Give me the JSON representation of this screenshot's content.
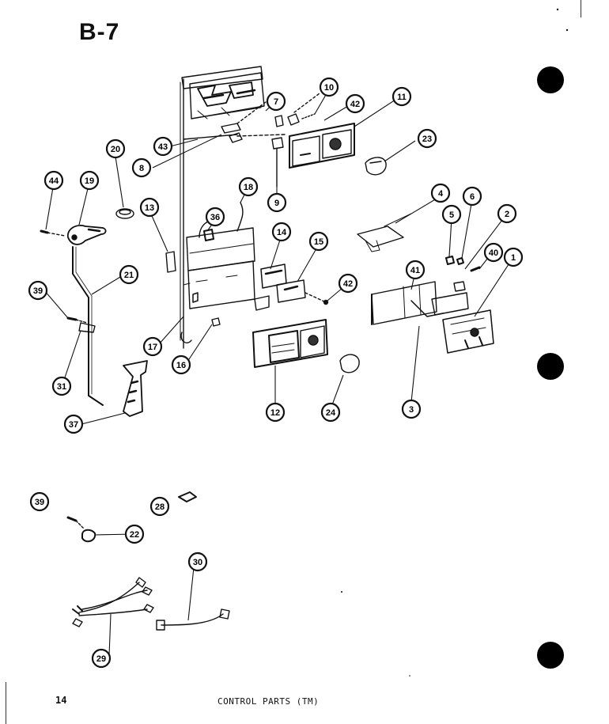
{
  "page": {
    "title": "B-7",
    "page_number": "14",
    "caption": "CONTROL PARTS (TM)"
  },
  "callouts": [
    {
      "id": "c1",
      "label": "1"
    },
    {
      "id": "c2",
      "label": "2"
    },
    {
      "id": "c3",
      "label": "3"
    },
    {
      "id": "c4",
      "label": "4"
    },
    {
      "id": "c5",
      "label": "5"
    },
    {
      "id": "c6",
      "label": "6"
    },
    {
      "id": "c7",
      "label": "7"
    },
    {
      "id": "c8",
      "label": "8"
    },
    {
      "id": "c9",
      "label": "9"
    },
    {
      "id": "c10",
      "label": "10"
    },
    {
      "id": "c11",
      "label": "11"
    },
    {
      "id": "c12",
      "label": "12"
    },
    {
      "id": "c13",
      "label": "13"
    },
    {
      "id": "c14",
      "label": "14"
    },
    {
      "id": "c15",
      "label": "15"
    },
    {
      "id": "c16",
      "label": "16"
    },
    {
      "id": "c17",
      "label": "17"
    },
    {
      "id": "c18",
      "label": "18"
    },
    {
      "id": "c19",
      "label": "19"
    },
    {
      "id": "c20",
      "label": "20"
    },
    {
      "id": "c21",
      "label": "21"
    },
    {
      "id": "c22",
      "label": "22"
    },
    {
      "id": "c23",
      "label": "23"
    },
    {
      "id": "c24",
      "label": "24"
    },
    {
      "id": "c28",
      "label": "28"
    },
    {
      "id": "c29",
      "label": "29"
    },
    {
      "id": "c30",
      "label": "30"
    },
    {
      "id": "c31",
      "label": "31"
    },
    {
      "id": "c36",
      "label": "36"
    },
    {
      "id": "c37",
      "label": "37"
    },
    {
      "id": "c39a",
      "label": "39"
    },
    {
      "id": "c39b",
      "label": "39"
    },
    {
      "id": "c40",
      "label": "40"
    },
    {
      "id": "c41",
      "label": "41"
    },
    {
      "id": "c42a",
      "label": "42"
    },
    {
      "id": "c42b",
      "label": "42"
    },
    {
      "id": "c43",
      "label": "43"
    },
    {
      "id": "c44",
      "label": "44"
    }
  ]
}
